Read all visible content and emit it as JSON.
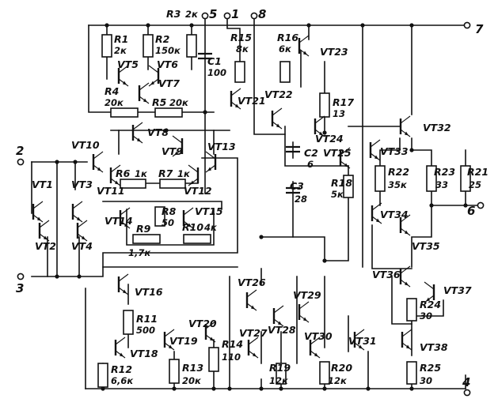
{
  "terminals": [
    {
      "id": "t5",
      "label": "5"
    },
    {
      "id": "t1",
      "label": "1"
    },
    {
      "id": "t8",
      "label": "8"
    },
    {
      "id": "t7",
      "label": "7"
    },
    {
      "id": "t2",
      "label": "2"
    },
    {
      "id": "t6",
      "label": "6"
    },
    {
      "id": "t3",
      "label": "3"
    },
    {
      "id": "t4",
      "label": "4"
    }
  ],
  "transistors": [
    "VT1",
    "VT2",
    "VT3",
    "VT4",
    "VT5",
    "VT6",
    "VT7",
    "VT8",
    "VT9",
    "VT10",
    "VT11",
    "VT12",
    "VT13",
    "VT14",
    "VT15",
    "VT16",
    "VT18",
    "VT19",
    "VT20",
    "VT21",
    "VT22",
    "VT23",
    "VT24",
    "VT25",
    "VT26",
    "VT27",
    "VT28",
    "VT29",
    "VT30",
    "VT31",
    "VT32",
    "VT33",
    "VT34",
    "VT35",
    "VT36",
    "VT37",
    "VT38"
  ],
  "resistors": [
    {
      "ref": "R1",
      "value": "2к"
    },
    {
      "ref": "R2",
      "value": "150к"
    },
    {
      "ref": "R3",
      "value": "2к"
    },
    {
      "ref": "R4",
      "value": "20к"
    },
    {
      "ref": "R5",
      "value": "20к"
    },
    {
      "ref": "R6",
      "value": "1к"
    },
    {
      "ref": "R7",
      "value": "1к"
    },
    {
      "ref": "R8",
      "value": "50"
    },
    {
      "ref": "R9",
      "value": "1,7к"
    },
    {
      "ref": "R10",
      "value": "4к"
    },
    {
      "ref": "R11",
      "value": "500"
    },
    {
      "ref": "R12",
      "value": "6,6к"
    },
    {
      "ref": "R13",
      "value": "20к"
    },
    {
      "ref": "R14",
      "value": "110"
    },
    {
      "ref": "R15",
      "value": "8к"
    },
    {
      "ref": "R16",
      "value": "6к"
    },
    {
      "ref": "R17",
      "value": "13"
    },
    {
      "ref": "R18",
      "value": "5к"
    },
    {
      "ref": "R19",
      "value": "12к"
    },
    {
      "ref": "R20",
      "value": "12к"
    },
    {
      "ref": "R21",
      "value": "25"
    },
    {
      "ref": "R22",
      "value": "35к"
    },
    {
      "ref": "R23",
      "value": "33"
    },
    {
      "ref": "R24",
      "value": "30"
    },
    {
      "ref": "R25",
      "value": "30"
    }
  ],
  "capacitors": [
    {
      "ref": "C1",
      "value": "100"
    },
    {
      "ref": "C2",
      "value": "6"
    },
    {
      "ref": "C3",
      "value": "28"
    }
  ]
}
